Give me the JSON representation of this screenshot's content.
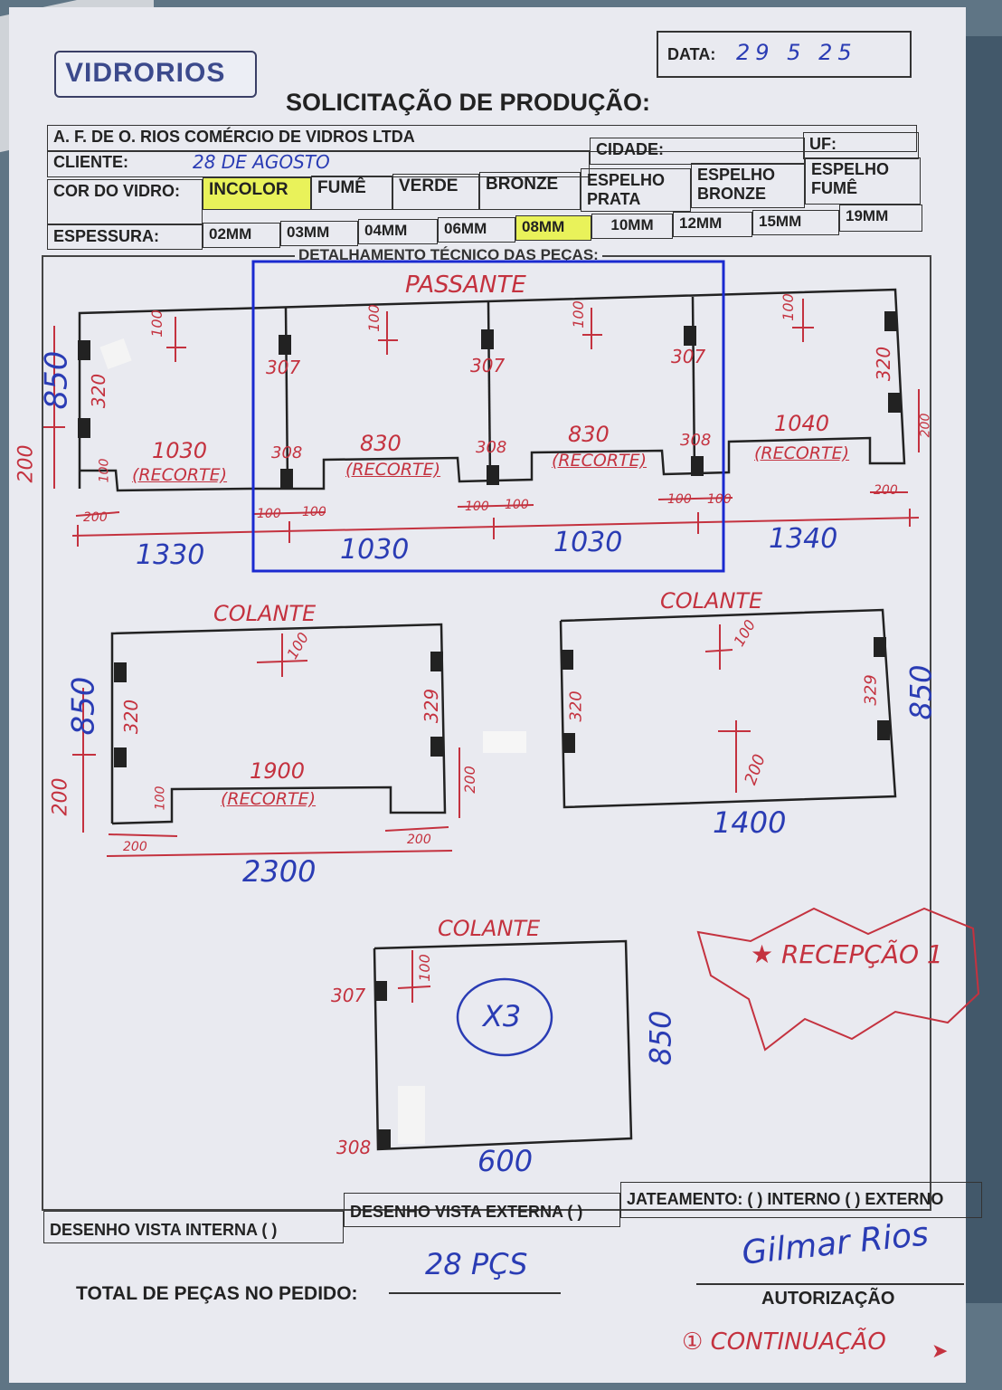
{
  "form": {
    "logo": "VIDRORIOS",
    "date_label": "DATA:",
    "date_value": "29 5 25",
    "title": "SOLICITAÇÃO DE PRODUÇÃO:",
    "company": "A. F. DE O. RIOS COMÉRCIO DE VIDROS LTDA",
    "client_label": "CLIENTE:",
    "client_value": "28 DE AGOSTO",
    "city_label": "CIDADE:",
    "uf_label": "UF:",
    "color_label": "COR DO VIDRO:",
    "colors": [
      "INCOLOR",
      "FUMÊ",
      "VERDE",
      "BRONZE",
      "ESPELHO PRATA",
      "ESPELHO BRONZE",
      "ESPELHO FUMÊ"
    ],
    "color_selected": "INCOLOR",
    "thickness_label": "ESPESSURA:",
    "thicknesses": [
      "02MM",
      "03MM",
      "04MM",
      "06MM",
      "08MM",
      "10MM",
      "12MM",
      "15MM",
      "19MM"
    ],
    "thickness_selected": "08MM",
    "section_title": "DETALHAMENTO TÉCNICO DAS PEÇAS:",
    "view_internal": "DESENHO VISTA INTERNA ( )",
    "view_external": "DESENHO VISTA EXTERNA ( )",
    "sandblast": "JATEAMENTO: ( ) INTERNO ( ) EXTERNO",
    "total_label": "TOTAL DE PEÇAS NO PEDIDO:",
    "total_value": "28 PÇS",
    "authorization_label": "AUTORIZAÇÃO",
    "signature": "Gilmar Rios",
    "continuation": "① CONTINUAÇÃO"
  },
  "drawings": {
    "passante": {
      "title": "PASSANTE",
      "height": "850",
      "left_margin": "200",
      "segments": [
        "1330",
        "1030",
        "1030",
        "1340"
      ],
      "cut_widths": [
        "1030",
        "830",
        "830",
        "1040"
      ],
      "recorte": "(RECORTE)",
      "hinge_left": "320",
      "hinge_right": "320",
      "side_marks": [
        "307",
        "307",
        "307"
      ],
      "bottom_marks": [
        "308",
        "308",
        "308"
      ],
      "top_marks": [
        "100",
        "100",
        "100",
        "100"
      ],
      "small_dims": [
        "200",
        "100",
        "100",
        "100",
        "100",
        "100",
        "100",
        "200",
        "200",
        "100"
      ]
    },
    "colante_a": {
      "title": "COLANTE",
      "height": "850",
      "left_margin": "200",
      "width": "2300",
      "cut_width": "1900",
      "recorte": "(RECORTE)",
      "hinge_left": "320",
      "hinge_right": "329",
      "top_mark": "100",
      "cut_mark": "100",
      "right_margin": "200",
      "bottom_left": "200",
      "bottom_right": "200"
    },
    "colante_b": {
      "title": "COLANTE",
      "height": "850",
      "width": "1400",
      "hinge_left": "320",
      "hinge_right": "329",
      "top_mark": "100",
      "center_mark": "200"
    },
    "colante_c": {
      "title": "COLANTE",
      "height": "850",
      "width": "600",
      "quantity": "X3",
      "mark_top": "307",
      "mark_bottom": "308",
      "top_mark": "100",
      "note": "★ RECEPÇÃO 1"
    }
  },
  "colors": {
    "ink_red": "#c4323f",
    "ink_blue": "#2a3cb4",
    "highlight": "#e9f25a",
    "selection_box": "#1a2ad0"
  }
}
